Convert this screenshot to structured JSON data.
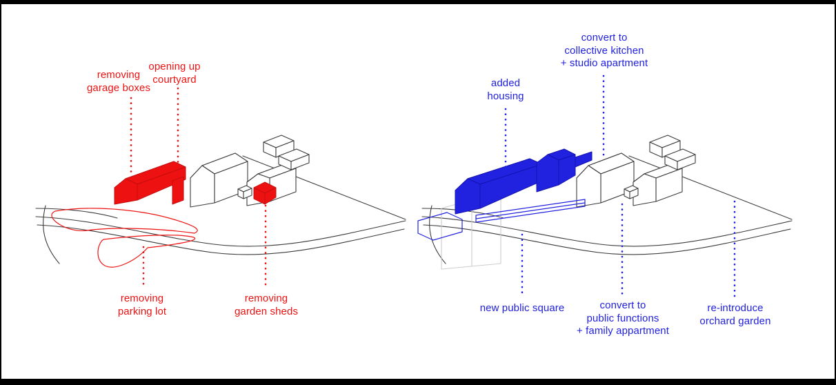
{
  "palette": {
    "red": "#ee1111",
    "red_dark": "#c40f0f",
    "blue": "#2121e0",
    "blue_dark": "#1414b0",
    "ink": "#3a3a3a",
    "ghost": "#cccccc",
    "frame": "#000000",
    "background": "#ffffff"
  },
  "left_diagram": {
    "meaning": "demolition diagram (red = removed elements)",
    "labels": {
      "garage": {
        "lines": [
          "removing",
          "garage boxes"
        ]
      },
      "courtyard": {
        "lines": [
          "opening up",
          "courtyard"
        ]
      },
      "parking": {
        "lines": [
          "removing",
          "parking lot"
        ]
      },
      "sheds": {
        "lines": [
          "removing",
          "garden sheds"
        ]
      }
    }
  },
  "right_diagram": {
    "meaning": "intervention diagram (blue = added / converted elements)",
    "labels": {
      "housing": {
        "lines": [
          "added",
          "housing"
        ]
      },
      "kitchen": {
        "lines": [
          "convert to",
          "collective kitchen",
          "+ studio apartment"
        ]
      },
      "square": {
        "lines": [
          "new public square"
        ]
      },
      "public": {
        "lines": [
          "convert to",
          "public functions",
          "+ family appartment"
        ]
      },
      "orchard": {
        "lines": [
          "re-introduce",
          "orchard garden"
        ]
      }
    }
  }
}
